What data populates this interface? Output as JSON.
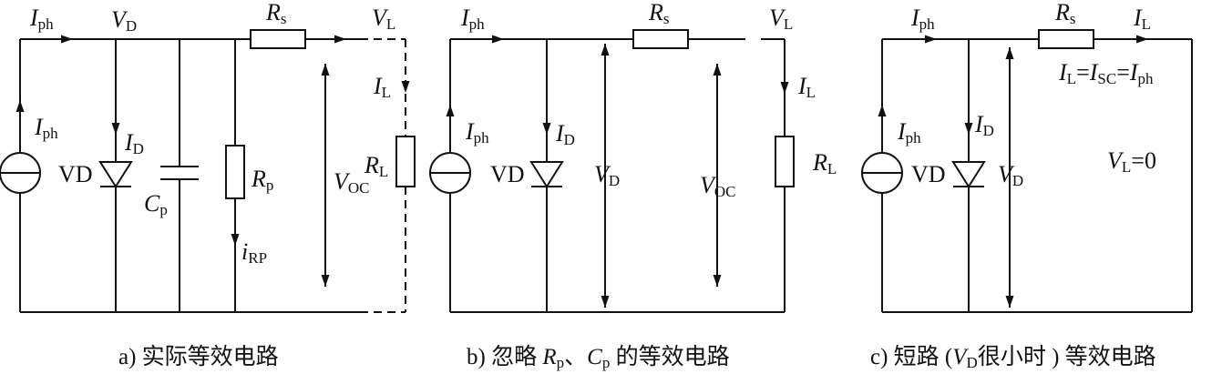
{
  "panel_a": {
    "caption": "a) 实际等效电路",
    "labels": {
      "iph_top": {
        "main": "I",
        "sub": "ph"
      },
      "vd_top": {
        "main": "V",
        "sub": "D"
      },
      "rs": {
        "main": "R",
        "sub": "s"
      },
      "vl": {
        "main": "V",
        "sub": "L"
      },
      "il": {
        "main": "I",
        "sub": "L"
      },
      "iph_src": {
        "main": "I",
        "sub": "ph"
      },
      "id": {
        "main": "I",
        "sub": "D"
      },
      "vd_diode": "VD",
      "cp": {
        "main": "C",
        "sub": "p"
      },
      "rp": {
        "main": "R",
        "sub": "p"
      },
      "irp": {
        "main": "i",
        "sub": "RP"
      },
      "voc": {
        "main": "V",
        "sub": "OC"
      },
      "rl": {
        "main": "R",
        "sub": "L"
      }
    }
  },
  "panel_b": {
    "caption_pre": "b) 忽略 ",
    "caption_r": "R",
    "caption_r_sub": "p",
    "caption_mid": "、",
    "caption_c": "C",
    "caption_c_sub": "p",
    "caption_post": " 的等效电路",
    "labels": {
      "iph_top": {
        "main": "I",
        "sub": "ph"
      },
      "rs": {
        "main": "R",
        "sub": "s"
      },
      "vl": {
        "main": "V",
        "sub": "L"
      },
      "il": {
        "main": "I",
        "sub": "L"
      },
      "iph_src": {
        "main": "I",
        "sub": "ph"
      },
      "id": {
        "main": "I",
        "sub": "D"
      },
      "vd_diode": "VD",
      "vd_meas": {
        "main": "V",
        "sub": "D"
      },
      "voc": {
        "main": "V",
        "sub": "OC"
      },
      "rl": {
        "main": "R",
        "sub": "L"
      }
    }
  },
  "panel_c": {
    "caption_pre": "c) 短路 (",
    "caption_v": "V",
    "caption_v_sub": "D",
    "caption_post": "很小时 ) 等效电路",
    "labels": {
      "iph_top": {
        "main": "I",
        "sub": "ph"
      },
      "rs": {
        "main": "R",
        "sub": "s"
      },
      "il_top": {
        "main": "I",
        "sub": "L"
      },
      "eq": {
        "i1": "I",
        "s1": "L",
        "eq1": "=",
        "i2": "I",
        "s2": "SC",
        "eq2": "=",
        "i3": "I",
        "s3": "ph"
      },
      "iph_src": {
        "main": "I",
        "sub": "ph"
      },
      "id": {
        "main": "I",
        "sub": "D"
      },
      "vd_diode": "VD",
      "vd_meas": {
        "main": "V",
        "sub": "D"
      },
      "vl_zero": {
        "main": "V",
        "sub": "L",
        "rest": "=0"
      }
    }
  }
}
